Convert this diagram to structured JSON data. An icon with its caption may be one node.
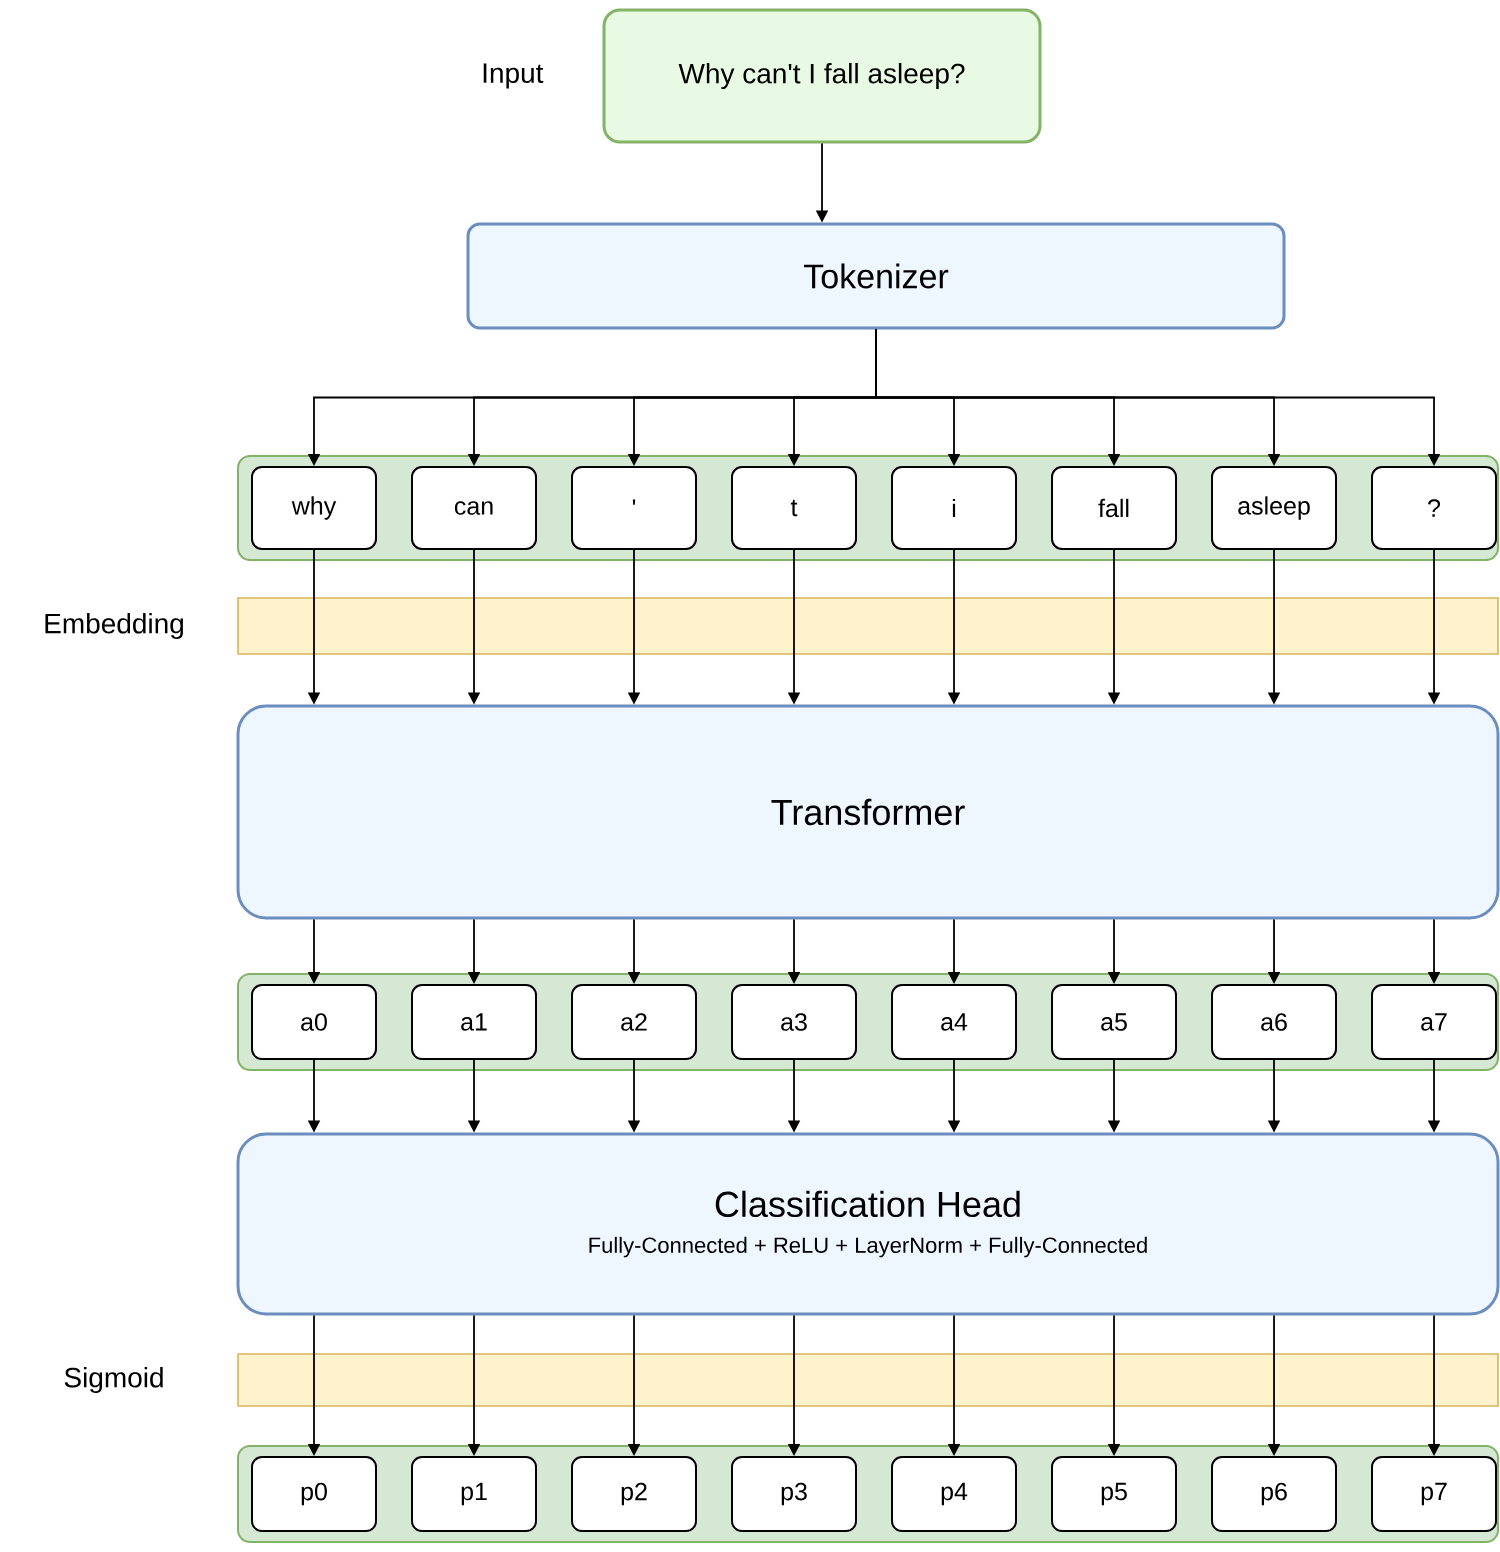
{
  "diagram": {
    "nodes": [
      {
        "text": [
          "Why can't I fall asleep?"
        ],
        "beside": [
          "Input"
        ]
      },
      {
        "text": [
          "Tokenizer"
        ]
      },
      {
        "text": [],
        "shape": "box"
      },
      {
        "text": [
          "why"
        ],
        "in": 2
      },
      {
        "text": [
          "can"
        ],
        "in": 2
      },
      {
        "text": [
          "'"
        ],
        "in": 2
      },
      {
        "text": [
          "t"
        ],
        "in": 2
      },
      {
        "text": [
          "i"
        ],
        "in": 2
      },
      {
        "text": [
          "fall"
        ],
        "in": 2
      },
      {
        "text": [
          "asleep"
        ],
        "in": 2
      },
      {
        "text": [
          "?"
        ],
        "in": 2
      },
      {
        "text": [
          "Transformer"
        ]
      },
      {
        "text": [],
        "shape": "box"
      },
      {
        "text": [
          "a0"
        ],
        "in": 12
      },
      {
        "text": [
          "a1"
        ],
        "in": 12
      },
      {
        "text": [
          "a2"
        ],
        "in": 12
      },
      {
        "text": [
          "a3"
        ],
        "in": 12
      },
      {
        "text": [
          "a4"
        ],
        "in": 12
      },
      {
        "text": [
          "a5"
        ],
        "in": 12
      },
      {
        "text": [
          "a6"
        ],
        "in": 12
      },
      {
        "text": [
          "a7"
        ],
        "in": 12
      },
      {
        "text": [
          "Classification Head",
          "Fully-Connected + ReLU + LayerNorm + Fully-Connected"
        ]
      },
      {
        "text": [],
        "shape": "box"
      },
      {
        "text": [
          "p0"
        ],
        "in": 22
      },
      {
        "text": [
          "p1"
        ],
        "in": 22
      },
      {
        "text": [
          "p2"
        ],
        "in": 22
      },
      {
        "text": [
          "p3"
        ],
        "in": 22
      },
      {
        "text": [
          "p4"
        ],
        "in": 22
      },
      {
        "text": [
          "p5"
        ],
        "in": 22
      },
      {
        "text": [
          "p6"
        ],
        "in": 22
      },
      {
        "text": [
          "p7"
        ],
        "in": 22
      }
    ],
    "labels": [
      "Embedding",
      "Sigmoid"
    ],
    "edges": [
      {
        "from": 0,
        "to": 1,
        "arrow": "to"
      },
      {
        "from": 1,
        "to": 3,
        "arrow": "to"
      },
      {
        "from": 1,
        "to": 4,
        "arrow": "to"
      },
      {
        "from": 1,
        "to": 5,
        "arrow": "to"
      },
      {
        "from": 1,
        "to": 6,
        "arrow": "to"
      },
      {
        "from": 1,
        "to": 7,
        "arrow": "to"
      },
      {
        "from": 1,
        "to": 8,
        "arrow": "to"
      },
      {
        "from": 1,
        "to": 9,
        "arrow": "to"
      },
      {
        "from": 1,
        "to": 10,
        "arrow": "to"
      },
      {
        "from": 3,
        "to": 11,
        "arrow": "to"
      },
      {
        "from": 4,
        "to": 11,
        "arrow": "to"
      },
      {
        "from": 5,
        "to": 11,
        "arrow": "to"
      },
      {
        "from": 6,
        "to": 11,
        "arrow": "to"
      },
      {
        "from": 7,
        "to": 11,
        "arrow": "to"
      },
      {
        "from": 8,
        "to": 11,
        "arrow": "to"
      },
      {
        "from": 9,
        "to": 11,
        "arrow": "to"
      },
      {
        "from": 10,
        "to": 11,
        "arrow": "to"
      },
      {
        "from": 11,
        "to": 13,
        "arrow": "to"
      },
      {
        "from": 11,
        "to": 14,
        "arrow": "to"
      },
      {
        "from": 11,
        "to": 15,
        "arrow": "to"
      },
      {
        "from": 11,
        "to": 16,
        "arrow": "to"
      },
      {
        "from": 11,
        "to": 17,
        "arrow": "to"
      },
      {
        "from": 11,
        "to": 18,
        "arrow": "to"
      },
      {
        "from": 11,
        "to": 19,
        "arrow": "to"
      },
      {
        "from": 11,
        "to": 20,
        "arrow": "to"
      },
      {
        "from": 13,
        "to": 21,
        "arrow": "to"
      },
      {
        "from": 14,
        "to": 21,
        "arrow": "to"
      },
      {
        "from": 15,
        "to": 21,
        "arrow": "to"
      },
      {
        "from": 16,
        "to": 21,
        "arrow": "to"
      },
      {
        "from": 17,
        "to": 21,
        "arrow": "to"
      },
      {
        "from": 18,
        "to": 21,
        "arrow": "to"
      },
      {
        "from": 19,
        "to": 21,
        "arrow": "to"
      },
      {
        "from": 20,
        "to": 21,
        "arrow": "to"
      },
      {
        "from": 21,
        "to": 23,
        "arrow": "to"
      },
      {
        "from": 21,
        "to": 24,
        "arrow": "to"
      },
      {
        "from": 21,
        "to": 25,
        "arrow": "to"
      },
      {
        "from": 21,
        "to": 26,
        "arrow": "to"
      },
      {
        "from": 21,
        "to": 27,
        "arrow": "to"
      },
      {
        "from": 21,
        "to": 28,
        "arrow": "to"
      },
      {
        "from": 21,
        "to": 29,
        "arrow": "to"
      },
      {
        "from": 21,
        "to": 30,
        "arrow": "to"
      }
    ]
  }
}
